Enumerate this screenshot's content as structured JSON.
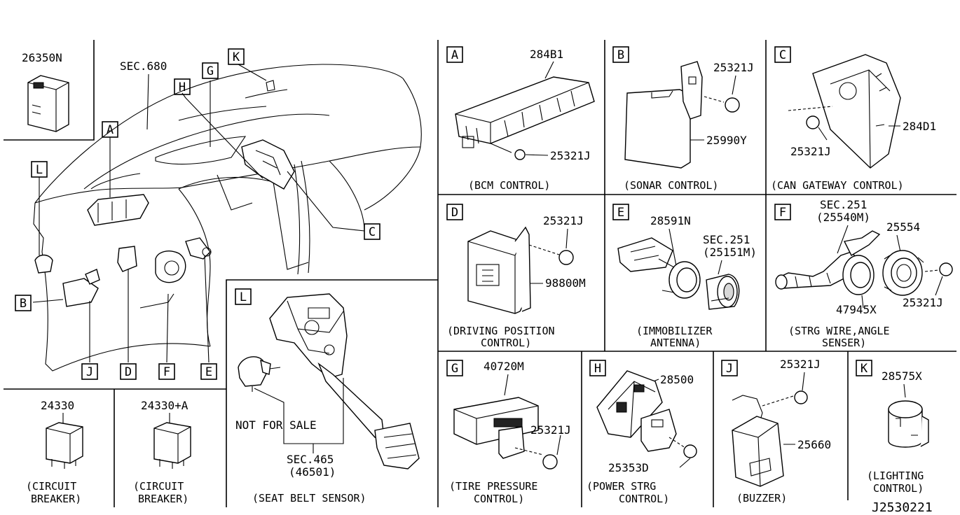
{
  "diagram_code": "J2530221",
  "main_view": {
    "sec_label": "SEC.680",
    "callouts": [
      "A",
      "B",
      "C",
      "D",
      "E",
      "F",
      "G",
      "H",
      "J",
      "K",
      "L"
    ]
  },
  "parts": {
    "relay_26350n": "26350N",
    "circuit_breaker_1": {
      "pn": "24330",
      "caption": [
        "(CIRCUIT",
        "BREAKER)"
      ]
    },
    "circuit_breaker_2": {
      "pn": "24330+A",
      "caption": [
        "(CIRCUIT",
        "BREAKER)"
      ]
    },
    "A": {
      "letter": "A",
      "pn": "284B1",
      "screw": "25321J",
      "caption": "(BCM CONTROL)"
    },
    "B": {
      "letter": "B",
      "screw": "25321J",
      "pn": "25990Y",
      "caption": "(SONAR CONTROL)"
    },
    "C": {
      "letter": "C",
      "screw": "25321J",
      "pn": "284D1",
      "caption": "(CAN GATEWAY CONTROL)"
    },
    "D": {
      "letter": "D",
      "screw": "25321J",
      "pn": "98800M",
      "caption": [
        "(DRIVING POSITION",
        "CONTROL)"
      ]
    },
    "E": {
      "letter": "E",
      "pn": "28591N",
      "sec": "SEC.251",
      "sec_pn": "(25151M)",
      "caption": [
        "(IMMOBILIZER",
        "ANTENNA)"
      ]
    },
    "F": {
      "letter": "F",
      "sec": "SEC.251",
      "sec_pn": "(25540M)",
      "pn": "25554",
      "pn2": "47945X",
      "screw": "25321J",
      "caption": [
        "(STRG WIRE,ANGLE",
        "SENSER)"
      ]
    },
    "L": {
      "letter": "L",
      "note": "NOT FOR SALE",
      "sec": "SEC.465",
      "sec_pn": "(46501)",
      "caption": "(SEAT BELT SENSOR)"
    },
    "G": {
      "letter": "G",
      "pn": "40720M",
      "screw": "25321J",
      "caption": [
        "(TIRE PRESSURE",
        "CONTROL)"
      ]
    },
    "H": {
      "letter": "H",
      "pn": "28500",
      "screw": "25353D",
      "caption": [
        "(POWER STRG",
        "CONTROL)"
      ]
    },
    "J": {
      "letter": "J",
      "screw": "25321J",
      "pn": "25660",
      "caption": "(BUZZER)"
    },
    "K": {
      "letter": "K",
      "pn": "28575X",
      "caption": [
        "(LIGHTING",
        "CONTROL)"
      ]
    }
  }
}
